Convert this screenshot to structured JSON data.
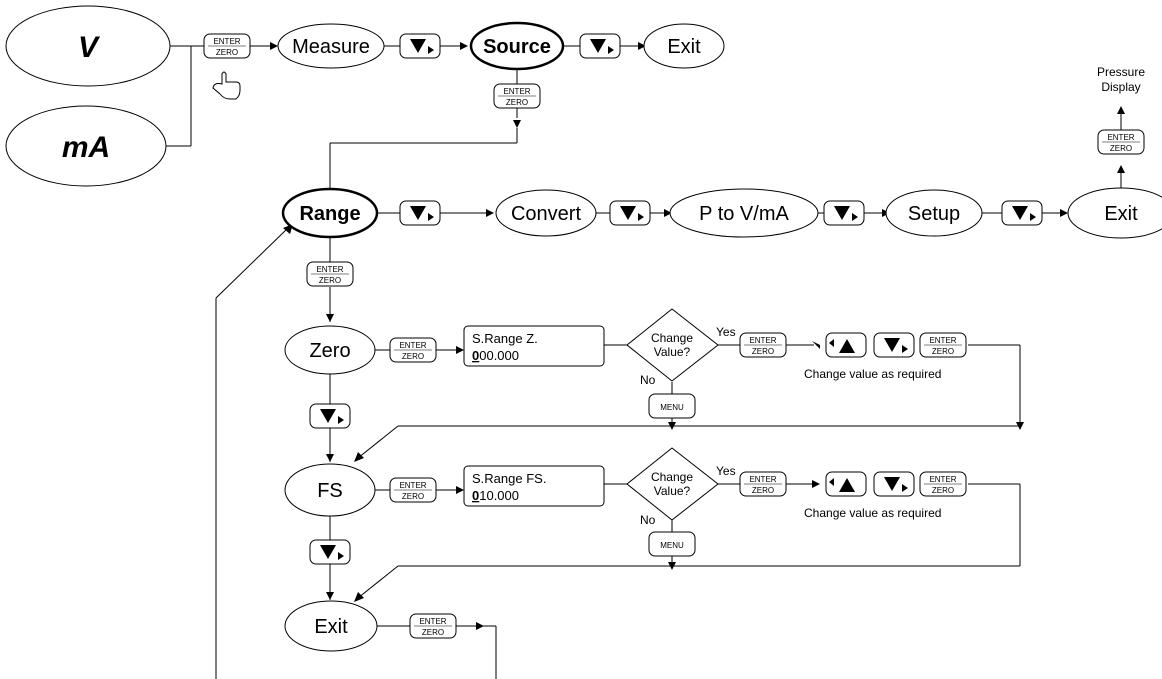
{
  "buttons": {
    "enter_top": "ENTER",
    "enter_bottom": "ZERO",
    "menu": "MENU"
  },
  "inputs": {
    "v": "V",
    "ma": "mA"
  },
  "top_menu": {
    "measure": "Measure",
    "source": "Source",
    "exit": "Exit"
  },
  "range_menu": {
    "range": "Range",
    "convert": "Convert",
    "p_to_v": "P to V/mA",
    "setup": "Setup",
    "exit": "Exit"
  },
  "pressure_display": {
    "line1": "Pressure",
    "line2": "Display"
  },
  "zero_row": {
    "node": "Zero",
    "lcd_line1": "S.Range Z.",
    "lcd_line2_first": "0",
    "lcd_line2_rest": "00.000"
  },
  "fs_row": {
    "node": "FS",
    "lcd_line1": "S.Range FS.",
    "lcd_line2_first": "0",
    "lcd_line2_rest": "10.000"
  },
  "decision": {
    "line1": "Change",
    "line2": "Value?",
    "yes": "Yes",
    "no": "No",
    "note": "Change value as required"
  },
  "final_exit": "Exit"
}
